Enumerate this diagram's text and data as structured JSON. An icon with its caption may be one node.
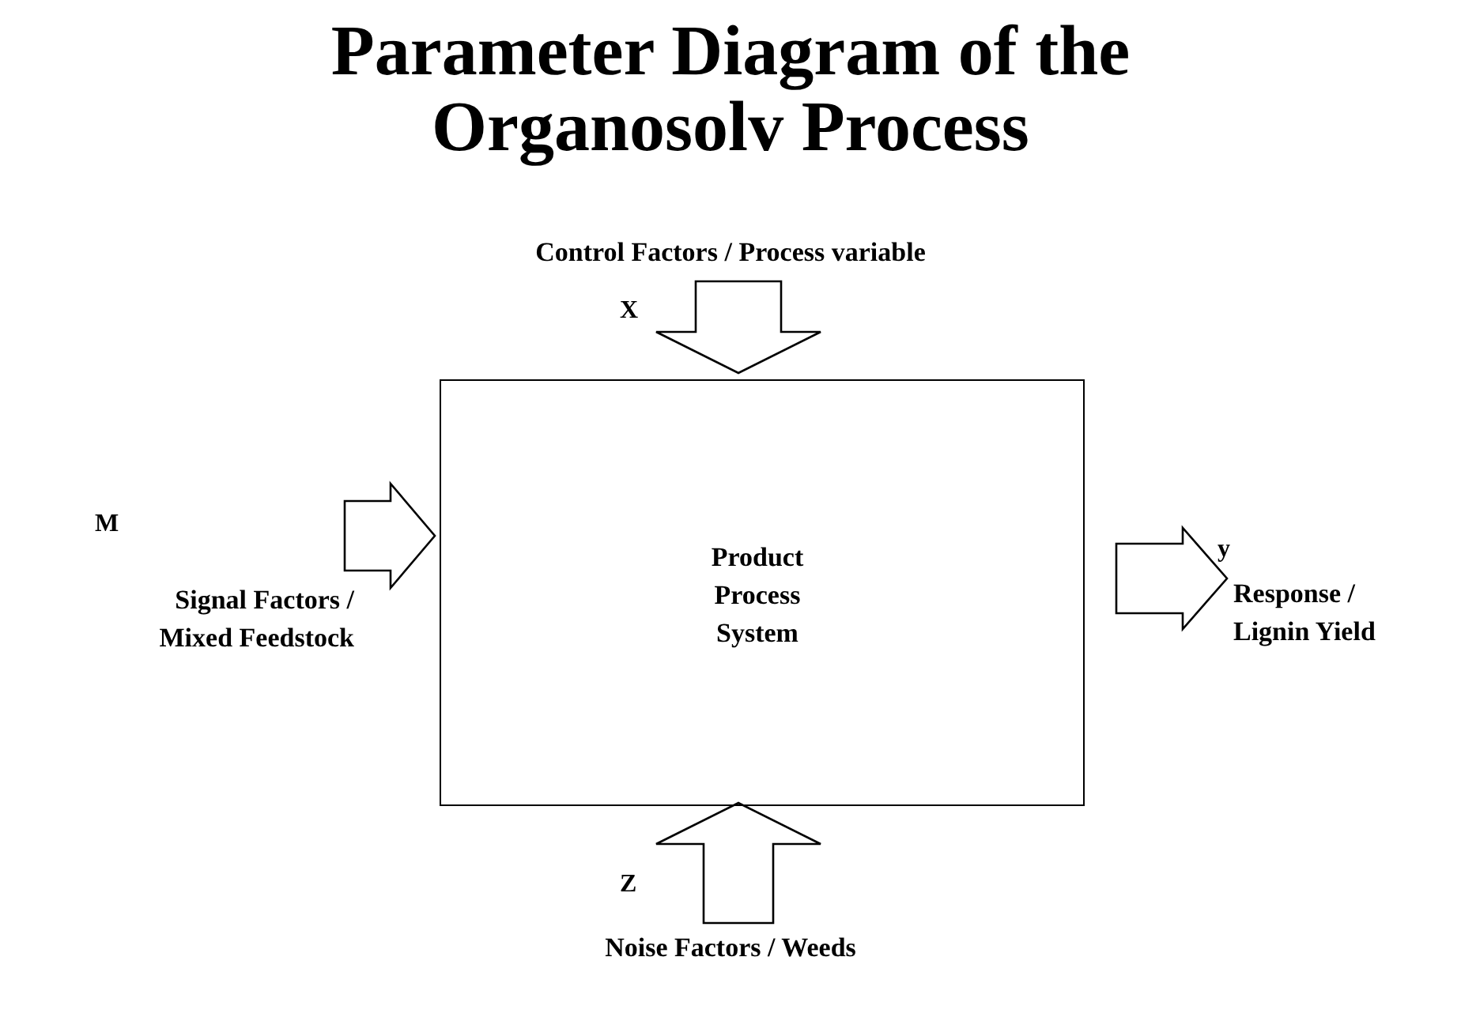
{
  "diagram": {
    "title": "Parameter Diagram of the Organosolv Process",
    "nodes": [
      {
        "text": [
          "Control Factors / Process variable"
        ],
        "beside": [
          "X"
        ]
      },
      {
        "text": [
          "Product Process System"
        ]
      },
      {
        "text": [
          "Signal Factors / Mixed Feedstock"
        ],
        "beside": [
          "M"
        ]
      },
      {
        "text": [
          "Response / Lignin Yield"
        ],
        "beside": [
          "y"
        ]
      },
      {
        "text": [
          "Noise Factors / Weeds"
        ],
        "beside": [
          "Z"
        ]
      }
    ],
    "edges": [
      {
        "from": 0,
        "to": 1,
        "arrow": "to"
      },
      {
        "from": 2,
        "to": 1,
        "arrow": "to"
      },
      {
        "from": 1,
        "to": 3,
        "arrow": "to"
      },
      {
        "from": 4,
        "to": 1,
        "arrow": "to"
      }
    ]
  }
}
